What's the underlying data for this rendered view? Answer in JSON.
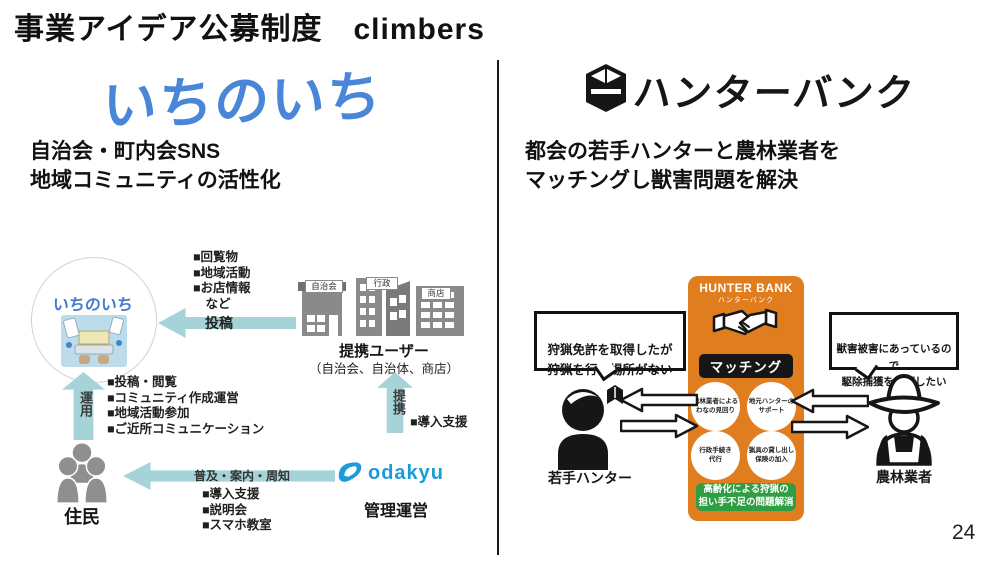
{
  "page": {
    "title": "事業アイデア公募制度　climbers",
    "page_number": "24"
  },
  "colors": {
    "teal": "#a6d3d8",
    "brand-blue": "#4a86d8",
    "odakyu-blue": "#1b9cd8",
    "card-orange": "#e07d1e",
    "note-green": "#2f9e43",
    "icon-gray": "#8f8f8f",
    "ink": "#161616"
  },
  "icons": {
    "ichinoichi_emblem": "community-sns-illustration",
    "buildings": "town-buildings-icon",
    "residents": "people-group-icon",
    "odakyu_mark": "odakyu-swoosh-icon",
    "hunterbank_mark": "open-box-logo-icon",
    "handshake": "handshake-icon",
    "hunter": "young-man-silhouette-icon",
    "license": "hunting-license-icon",
    "farmer": "farmer-with-hat-icon",
    "exchange_arrows": "left-right-arrows-icon"
  },
  "left": {
    "logo": "いちのいち",
    "headline1": "自治会・町内会SNS",
    "headline2": "地域コミュニティの活性化",
    "diagram": {
      "center_logo": "いちのいち",
      "post_label": "投稿",
      "post_items": [
        "■回覧物",
        "■地域活動",
        "■お店情報",
        "　など"
      ],
      "building_labels": [
        "自治会",
        "行政",
        "商店"
      ],
      "partner_user_label": "提携ユーザー",
      "partner_user_sub": "（自治会、自治体、商店）",
      "operation_label": "運用",
      "operation_items": [
        "■投稿・閲覧",
        "■コミュニティ作成運営",
        "■地域活動参加",
        "■ご近所コミュニケーション"
      ],
      "residents_label": "住民",
      "spread_label": "普及・案内・周知",
      "spread_items": [
        "■導入支援",
        "■説明会",
        "■スマホ教室"
      ],
      "alliance_label": "提携",
      "alliance_item": "■導入支援",
      "operator_logo": "odakyu",
      "operator_label": "管理運営"
    }
  },
  "right": {
    "logo": "ハンターバンク",
    "headline1": "都会の若手ハンターと農林業者を",
    "headline2": "マッチングし獣害問題を解決",
    "diagram": {
      "hunter_bubble": "狩猟免許を取得したが\n狩猟を行う場所がない",
      "farmer_bubble": "獣害被害にあっているので\n駆除捕獲を依頼したい",
      "card_title": "HUNTER BANK",
      "card_subtitle": "ハンターバンク",
      "matching_label": "マッチング",
      "features": [
        "農林業者による\nわなの見回り",
        "地元ハンターの\nサポート",
        "行政手続き\n代行",
        "猟具の貸し出し\n保険の加入"
      ],
      "bottom_note": "高齢化による狩猟の\n担い手不足の問題解消",
      "hunter_label": "若手ハンター",
      "farmer_label": "農林業者"
    }
  }
}
